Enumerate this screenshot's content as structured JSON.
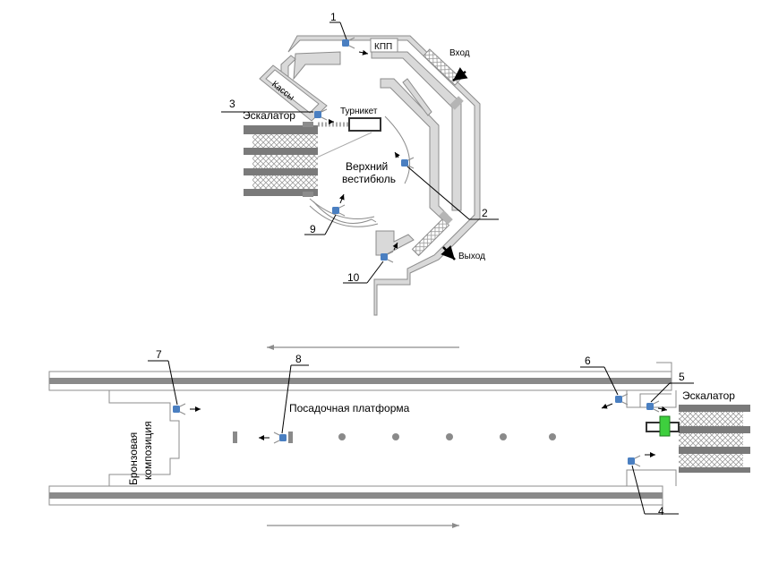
{
  "upper_vestibule": {
    "kpp": "КПП",
    "kassy": "Кассы",
    "vhod": "Вход",
    "vyhod": "Выход",
    "turniket": "Турникет",
    "eskalator": "Эскалатор",
    "vestibule_line1": "Верхний",
    "vestibule_line2": "вестибюль"
  },
  "platform": {
    "posadochnaya": "Посадочная платформа",
    "bronze_line1": "Бронзовая",
    "bronze_line2": "композиция",
    "eskalator": "Эскалатор"
  },
  "cameras": {
    "c1": "1",
    "c2": "2",
    "c3": "3",
    "c4": "4",
    "c5": "5",
    "c6": "6",
    "c7": "7",
    "c8": "8",
    "c9": "9",
    "c10": "10"
  },
  "colors": {
    "camera": "#4a7fc1",
    "wall_fill": "#d9d9d9",
    "wall_stroke": "#8c8c8c",
    "rail": "#8a8a8a",
    "turnstile_green": "#3ecf3e"
  },
  "icons": [
    "camera-icon",
    "direction-arrow-icon",
    "turnstile-icon",
    "escalator-icon"
  ]
}
